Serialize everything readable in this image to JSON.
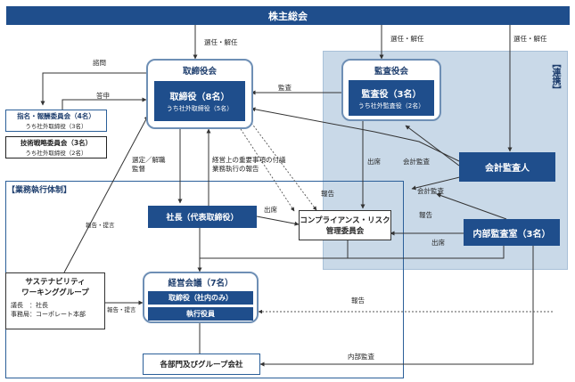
{
  "shareholders": "株主総会",
  "board": {
    "title": "取締役会",
    "members": "取締役（8名）",
    "outside": "うち社外取締役（5名）"
  },
  "audit_board": {
    "title": "監査役会",
    "members": "監査役（3名）",
    "outside": "うち社外監査役（2名）"
  },
  "renkei": "【連携】",
  "nomination": {
    "title": "指名・報酬委員会（4名）",
    "sub": "うち社外取締役（3名）"
  },
  "tech": {
    "title": "技術戦略委員会（3名）",
    "sub": "うち社外取締役（2名）"
  },
  "accounting_auditor": "会計監査人",
  "internal_audit": "内部監査室（3名）",
  "execution_label": "【業務執行体制】",
  "president": "社長（代表取締役）",
  "compliance": {
    "line1": "コンプライアンス・リスク",
    "line2": "管理委員会"
  },
  "sustainability": {
    "line1": "サステナビリティ",
    "line2": "ワーキンググループ",
    "chair": "議長　：社長",
    "secretariat": "事務局：コーポレート本部"
  },
  "mgmt": {
    "title": "経営会議（7名）",
    "directors": "取締役（社内のみ）",
    "officers": "執行役員"
  },
  "divisions": "各部門及びグループ会社",
  "labels": {
    "elect1": "選任・解任",
    "elect2": "選任・解任",
    "elect3": "選任・解任",
    "consult": "諮問",
    "answer": "答申",
    "audit": "監査",
    "appoint": "選定／解職",
    "supervise": "監督",
    "matters1": "経営上の重要事項の付議",
    "matters2": "業務執行の報告",
    "attend1": "出席",
    "acct_audit1": "会計監査",
    "acct_audit2": "会計監査",
    "report1": "報告",
    "report2": "報告",
    "attend2": "出席",
    "attend3": "出席",
    "report_proposal1": "報告・提言",
    "report_proposal2": "報告・提言",
    "report3": "報告",
    "internal_audit_label": "内部監査"
  }
}
